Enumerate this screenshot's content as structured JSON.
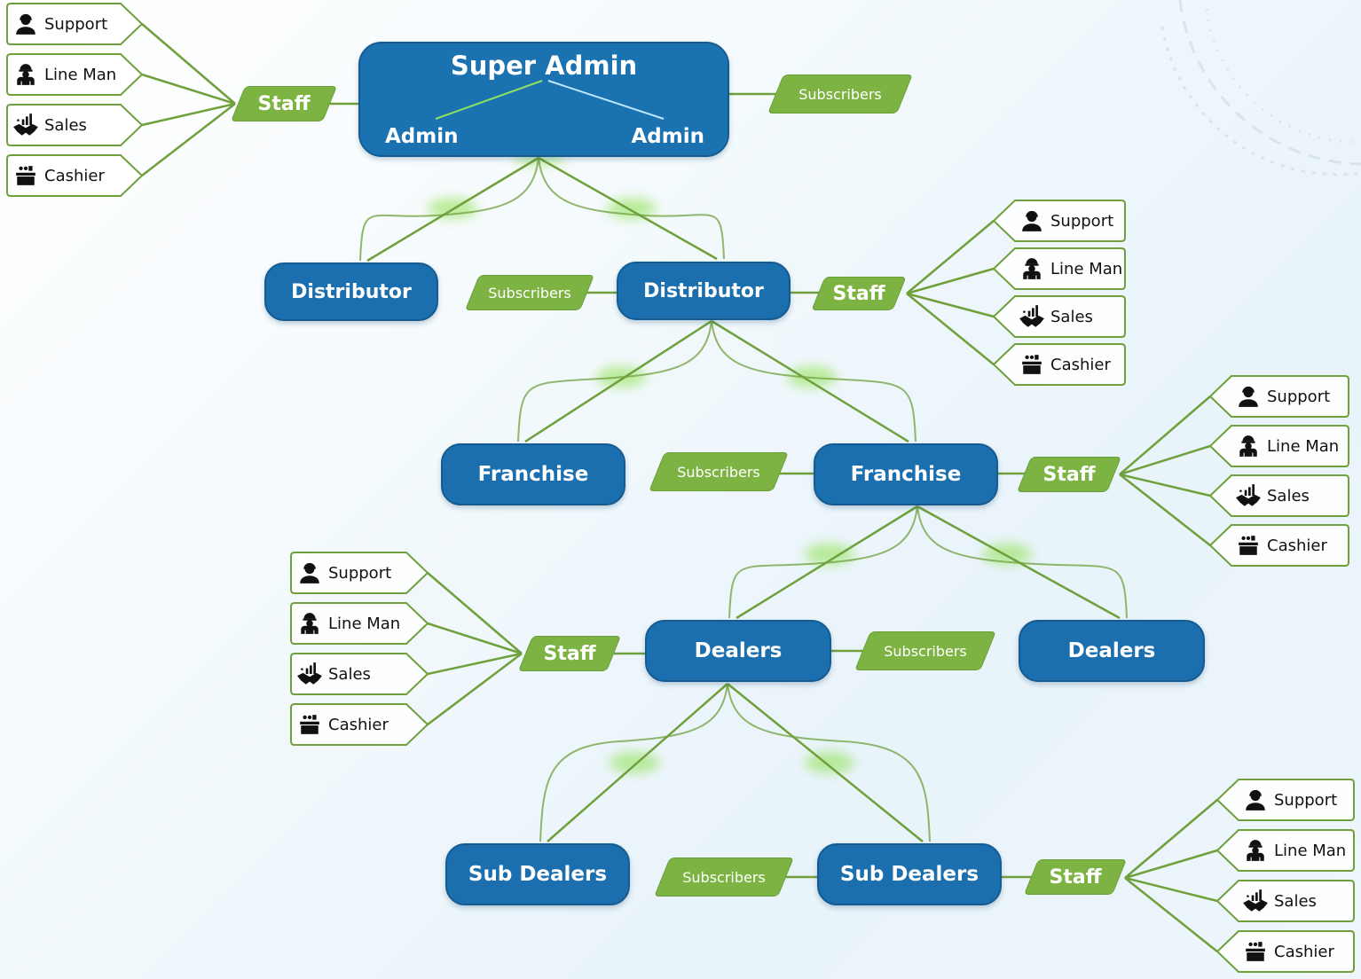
{
  "diagram": {
    "super_admin": {
      "title": "Super Admin",
      "admin_left": "Admin",
      "admin_right": "Admin"
    },
    "tag_staff": "Staff",
    "tag_subscribers": "Subscribers",
    "levels": {
      "distributor": [
        "Distributor",
        "Distributor"
      ],
      "franchise": [
        "Franchise",
        "Franchise"
      ],
      "dealers": [
        "Dealers",
        "Dealers"
      ],
      "sub_dealers": [
        "Sub Dealers",
        "Sub Dealers"
      ]
    },
    "staff_roles": [
      {
        "label": "Support",
        "icon": "support-agent-icon"
      },
      {
        "label": "Line Man",
        "icon": "lineman-worker-icon"
      },
      {
        "label": "Sales",
        "icon": "sales-handshake-icon"
      },
      {
        "label": "Cashier",
        "icon": "cashier-counter-icon"
      }
    ]
  },
  "colors": {
    "node_blue": "#1b6fae",
    "tag_green": "#7cb342",
    "connector_green": "#6fa03c"
  }
}
